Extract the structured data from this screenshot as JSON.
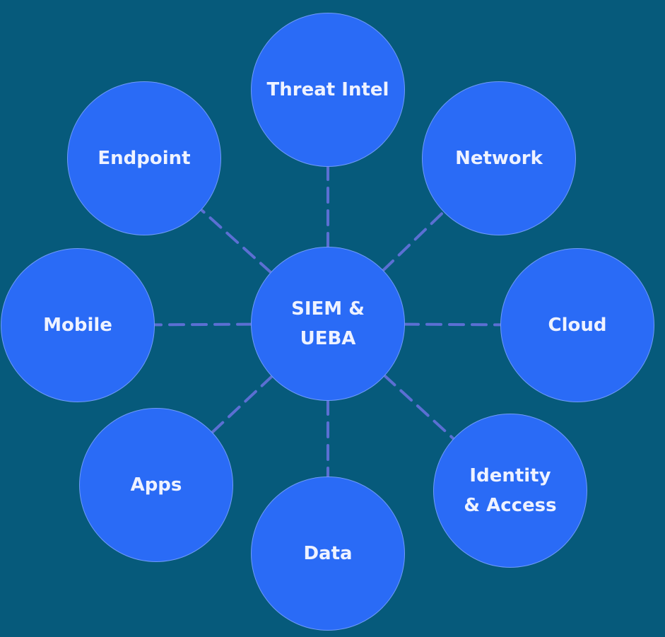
{
  "diagram": {
    "center": {
      "label": "SIEM &\nUEBA"
    },
    "nodes": [
      {
        "id": "threat-intel",
        "label": "Threat Intel"
      },
      {
        "id": "endpoint",
        "label": "Endpoint"
      },
      {
        "id": "network",
        "label": "Network"
      },
      {
        "id": "mobile",
        "label": "Mobile"
      },
      {
        "id": "cloud",
        "label": "Cloud"
      },
      {
        "id": "apps",
        "label": "Apps"
      },
      {
        "id": "data",
        "label": "Data"
      },
      {
        "id": "identity-access",
        "label": "Identity\n& Access"
      }
    ],
    "colors": {
      "background": "#065a7b",
      "node": "#2a6bf6",
      "connector": "#5b6fd3",
      "text": "#eef2ff"
    }
  }
}
